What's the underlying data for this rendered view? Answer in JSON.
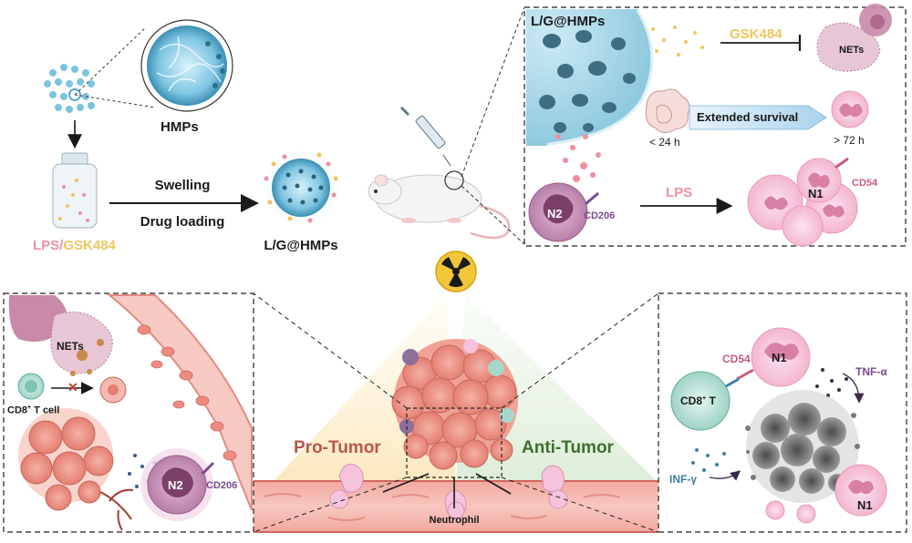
{
  "top_left": {
    "hmps_label": "HMPs",
    "lps_text": "LPS",
    "slash": "/",
    "gsk_text": "GSK484",
    "swelling_label": "Swelling",
    "drug_loading_label": "Drug loading",
    "product_label": "L/G@HMPs"
  },
  "top_right_panel": {
    "title": "L/G@HMPs",
    "gsk_label": "GSK484",
    "nets_label": "NETs",
    "extended_survival_label": "Extended survival",
    "time_short": "< 24 h",
    "time_long": "> 72 h",
    "n2_label": "N2",
    "cd206_label": "CD206",
    "lps_label": "LPS",
    "n1_label": "N1",
    "cd54_label": "CD54"
  },
  "bottom_left_panel": {
    "nets_label": "NETs",
    "cd8_prefix": "CD8",
    "cd8_sup": "+",
    "cd8_suffix": " T cell",
    "n2_label": "N2",
    "cd206_label": "CD206"
  },
  "center": {
    "pro_tumor_label": "Pro-Tumor",
    "anti_tumor_label": "Anti-Tumor",
    "neutrophil_label": "Neutrophil"
  },
  "bottom_right_panel": {
    "cd54_label": "CD54",
    "n1_label": "N1",
    "tnf_label": "TNF-α",
    "cd8_prefix": "CD8",
    "cd8_sup": "+",
    "cd8_suffix": " T",
    "inf_label": "INF-γ",
    "n1_bottom_label": "N1"
  },
  "colors": {
    "lps_pink": "#ef8fa0",
    "gsk_yellow": "#f1c55a",
    "pro_tumor_red": "#b9564a",
    "anti_tumor_green": "#3f6e2f",
    "cd206_purple": "#7a4a8f",
    "cd54_pink": "#c85c78",
    "inf_blue": "#3b7fa6",
    "survival_arrow_blue": "#bcdcf0"
  }
}
